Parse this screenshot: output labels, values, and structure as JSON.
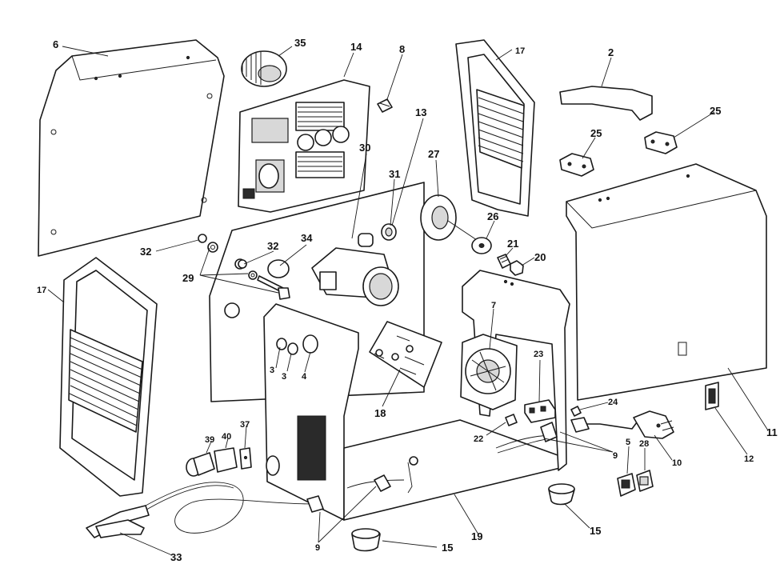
{
  "callouts": [
    {
      "id": "c6",
      "text": "6"
    },
    {
      "id": "c35",
      "text": "35"
    },
    {
      "id": "c14",
      "text": "14"
    },
    {
      "id": "c8",
      "text": "8"
    },
    {
      "id": "c17a",
      "text": "17"
    },
    {
      "id": "c2",
      "text": "2"
    },
    {
      "id": "c25a",
      "text": "25"
    },
    {
      "id": "c25b",
      "text": "25"
    },
    {
      "id": "c13",
      "text": "13"
    },
    {
      "id": "c30",
      "text": "30"
    },
    {
      "id": "c27",
      "text": "27"
    },
    {
      "id": "c31",
      "text": "31"
    },
    {
      "id": "c26",
      "text": "26"
    },
    {
      "id": "c21",
      "text": "21"
    },
    {
      "id": "c20",
      "text": "20"
    },
    {
      "id": "c32a",
      "text": "32"
    },
    {
      "id": "c32b",
      "text": "32"
    },
    {
      "id": "c34",
      "text": "34"
    },
    {
      "id": "c29",
      "text": "29"
    },
    {
      "id": "c17b",
      "text": "17"
    },
    {
      "id": "c7",
      "text": "7"
    },
    {
      "id": "c3a",
      "text": "3"
    },
    {
      "id": "c3b",
      "text": "3"
    },
    {
      "id": "c4",
      "text": "4"
    },
    {
      "id": "c23",
      "text": "23"
    },
    {
      "id": "c18",
      "text": "18"
    },
    {
      "id": "c24",
      "text": "24"
    },
    {
      "id": "c22",
      "text": "22"
    },
    {
      "id": "c11",
      "text": "11"
    },
    {
      "id": "c37",
      "text": "37"
    },
    {
      "id": "c39",
      "text": "39"
    },
    {
      "id": "c40",
      "text": "40"
    },
    {
      "id": "c9a",
      "text": "9"
    },
    {
      "id": "c5",
      "text": "5"
    },
    {
      "id": "c28",
      "text": "28"
    },
    {
      "id": "c10",
      "text": "10"
    },
    {
      "id": "c12",
      "text": "12"
    },
    {
      "id": "c15a",
      "text": "15"
    },
    {
      "id": "c15b",
      "text": "15"
    },
    {
      "id": "c19",
      "text": "19"
    },
    {
      "id": "c9b",
      "text": "9"
    },
    {
      "id": "c33",
      "text": "33"
    }
  ]
}
